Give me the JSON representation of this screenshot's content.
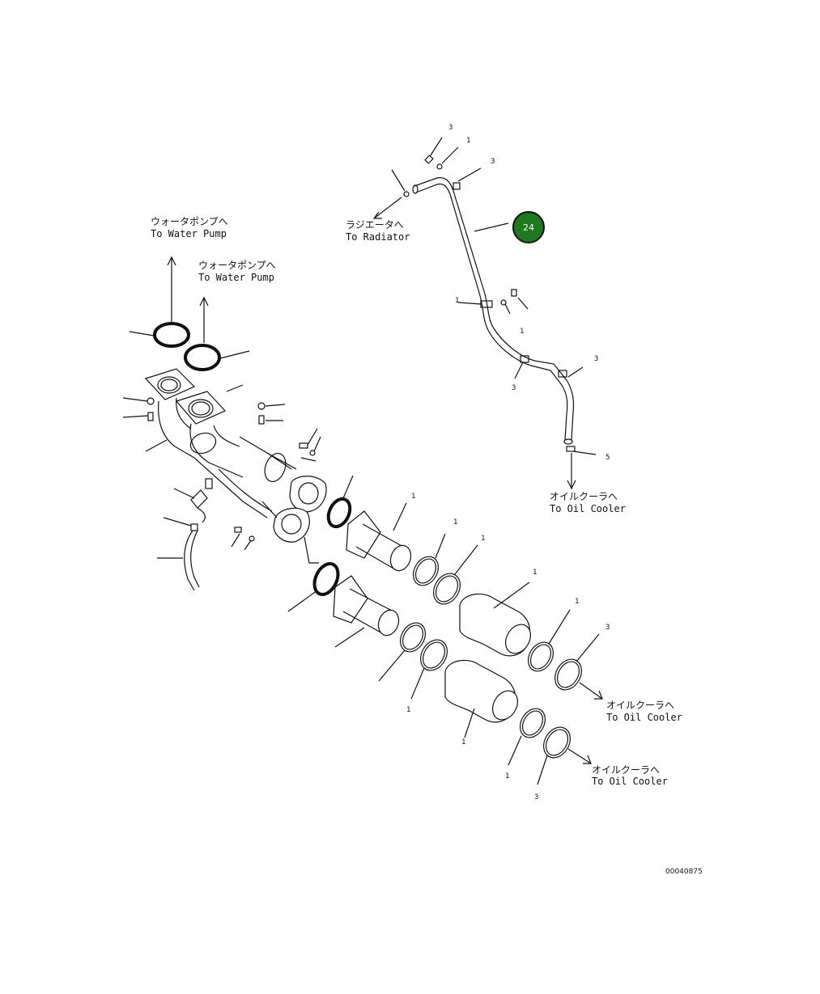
{
  "labels": {
    "water_pump_1_jp": "ウォータポンプへ",
    "water_pump_1_en": "To Water Pump",
    "water_pump_2_jp": "ウォータポンプへ",
    "water_pump_2_en": "To Water Pump",
    "radiator_jp": "ラジエータへ",
    "radiator_en": "To Radiator",
    "oil_cooler_1_jp": "オイルクーラへ",
    "oil_cooler_1_en": "To Oil Cooler",
    "oil_cooler_2_jp": "オイルクーラへ",
    "oil_cooler_2_en": "To Oil Cooler",
    "oil_cooler_3_jp": "オイルクーラへ",
    "oil_cooler_3_en": "To Oil Cooler"
  },
  "badge": {
    "number": "24",
    "color": "#1e7a1e"
  },
  "drawing_code": "00040875",
  "part_numbers": {
    "n3a": "3",
    "n1a": "1",
    "n3b": "3",
    "n1c": "1",
    "n1d": "1",
    "n3e": "3",
    "n3f": "3",
    "n5a": "5",
    "n1e": "1",
    "n1f": "1",
    "n1g": "1",
    "n1h": "1",
    "n1i": "1",
    "n3g": "3",
    "n1j": "1",
    "n1k": "1",
    "n1l": "1",
    "n3h": "3"
  }
}
